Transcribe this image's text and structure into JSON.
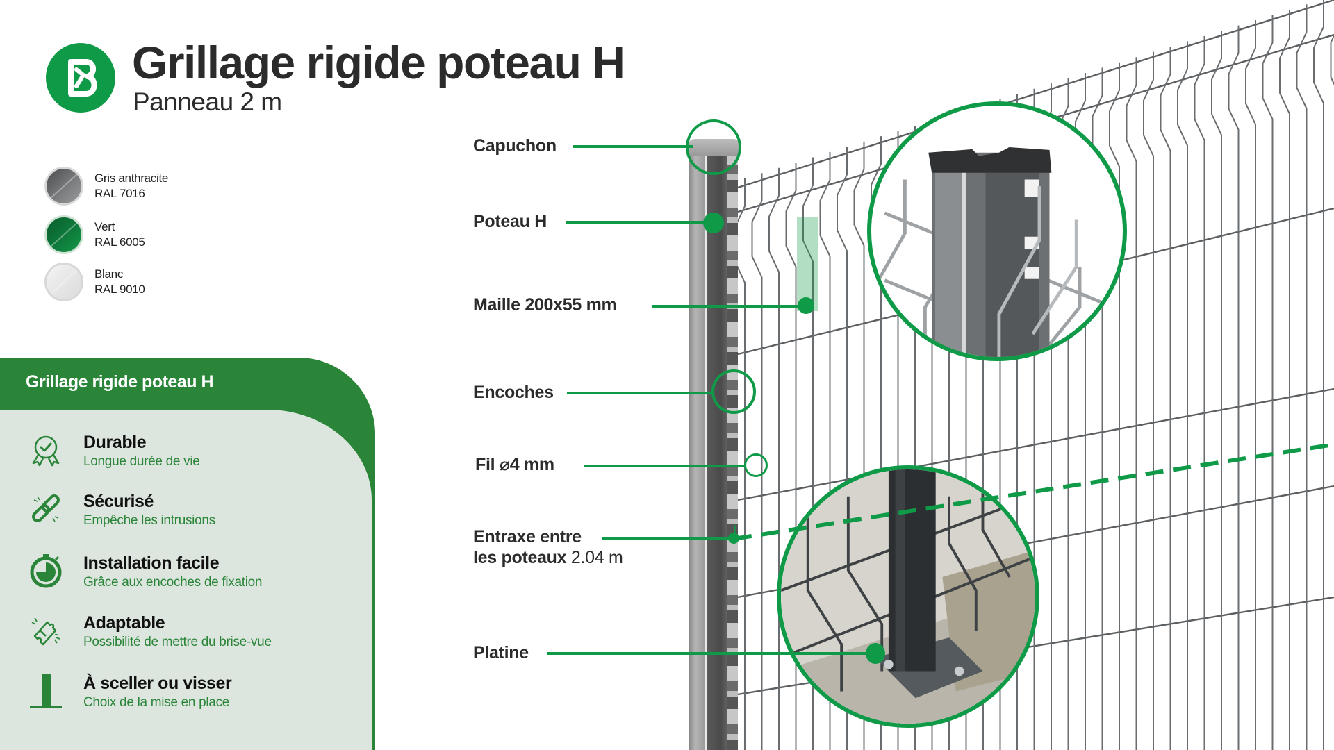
{
  "header": {
    "title": "Grillage rigide poteau H",
    "subtitle": "Panneau 2 m",
    "logo_letter": "B"
  },
  "colors": {
    "brand_green": "#0f9a48",
    "panel_green": "#2a8539",
    "panel_bg": "#dce5de",
    "text_dark": "#2b2b2b"
  },
  "swatches": [
    {
      "name": "Gris anthracite",
      "code": "RAL 7016",
      "color": "#555759"
    },
    {
      "name": "Vert",
      "code": "RAL 6005",
      "color": "#0e7a3a"
    },
    {
      "name": "Blanc",
      "code": "RAL 9010",
      "color": "#ececec"
    }
  ],
  "features_panel": {
    "title": "Grillage rigide poteau H",
    "items": [
      {
        "icon": "award-check-icon",
        "title": "Durable",
        "desc": "Longue durée de vie"
      },
      {
        "icon": "chain-link-icon",
        "title": "Sécurisé",
        "desc": "Empêche les intrusions"
      },
      {
        "icon": "stopwatch-icon",
        "title": "Installation facile",
        "desc": "Grâce aux encoches de fixation"
      },
      {
        "icon": "puzzle-icon",
        "title": "Adaptable",
        "desc": "Possibilité de mettre du brise-vue"
      },
      {
        "icon": "post-base-icon",
        "title": "À sceller ou visser",
        "desc": "Choix de la mise en place"
      }
    ]
  },
  "callouts": {
    "capuchon": "Capuchon",
    "poteau": "Poteau H",
    "maille": "Maille 200x55 mm",
    "encoches": "Encoches",
    "fil_prefix": "Fil",
    "fil_symbol": "⌀",
    "fil_value": "4 mm",
    "entraxe_line1": "Entraxe entre",
    "entraxe_line2_bold": "les poteaux",
    "entraxe_value": "2.04 m",
    "platine": "Platine"
  }
}
